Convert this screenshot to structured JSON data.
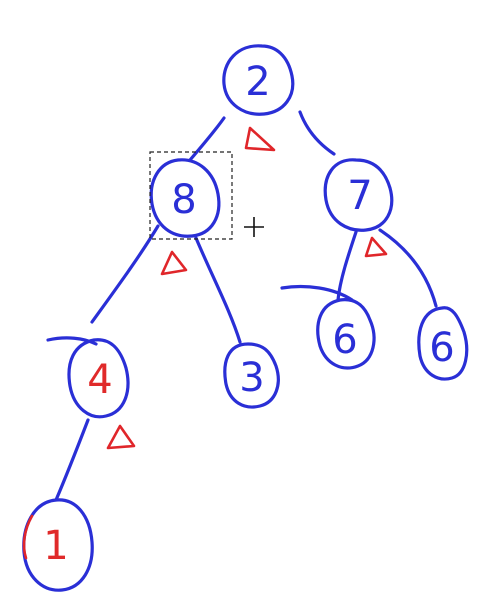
{
  "colors": {
    "ink_blue": "#2a2fd6",
    "ink_red": "#e0262a",
    "ink_red_node": "#e02a2a",
    "selection": "#222222",
    "background": "#ffffff"
  },
  "nodes": [
    {
      "id": "n2",
      "label": "2",
      "color": "blue"
    },
    {
      "id": "n8",
      "label": "8",
      "color": "blue",
      "selected": true
    },
    {
      "id": "n7",
      "label": "7",
      "color": "blue"
    },
    {
      "id": "n4",
      "label": "4",
      "color": "red"
    },
    {
      "id": "n3",
      "label": "3",
      "color": "blue"
    },
    {
      "id": "n6a",
      "label": "6",
      "color": "blue"
    },
    {
      "id": "n6b",
      "label": "6",
      "color": "blue"
    },
    {
      "id": "n1",
      "label": "1",
      "color": "red"
    }
  ],
  "edges": [
    {
      "from": "n2",
      "to": "n8"
    },
    {
      "from": "n2",
      "to": "n7"
    },
    {
      "from": "n8",
      "to": "n4"
    },
    {
      "from": "n8",
      "to": "n3"
    },
    {
      "from": "n7",
      "to": "n6a"
    },
    {
      "from": "n7",
      "to": "n6b"
    },
    {
      "from": "n4",
      "to": "n1"
    }
  ],
  "markers": [
    {
      "id": "tri-1",
      "shape": "triangle",
      "color": "red"
    },
    {
      "id": "tri-2",
      "shape": "triangle",
      "color": "red"
    },
    {
      "id": "tri-3",
      "shape": "triangle",
      "color": "red"
    },
    {
      "id": "tri-4",
      "shape": "triangle",
      "color": "red"
    }
  ],
  "cursor": {
    "icon": "crosshair-icon"
  }
}
